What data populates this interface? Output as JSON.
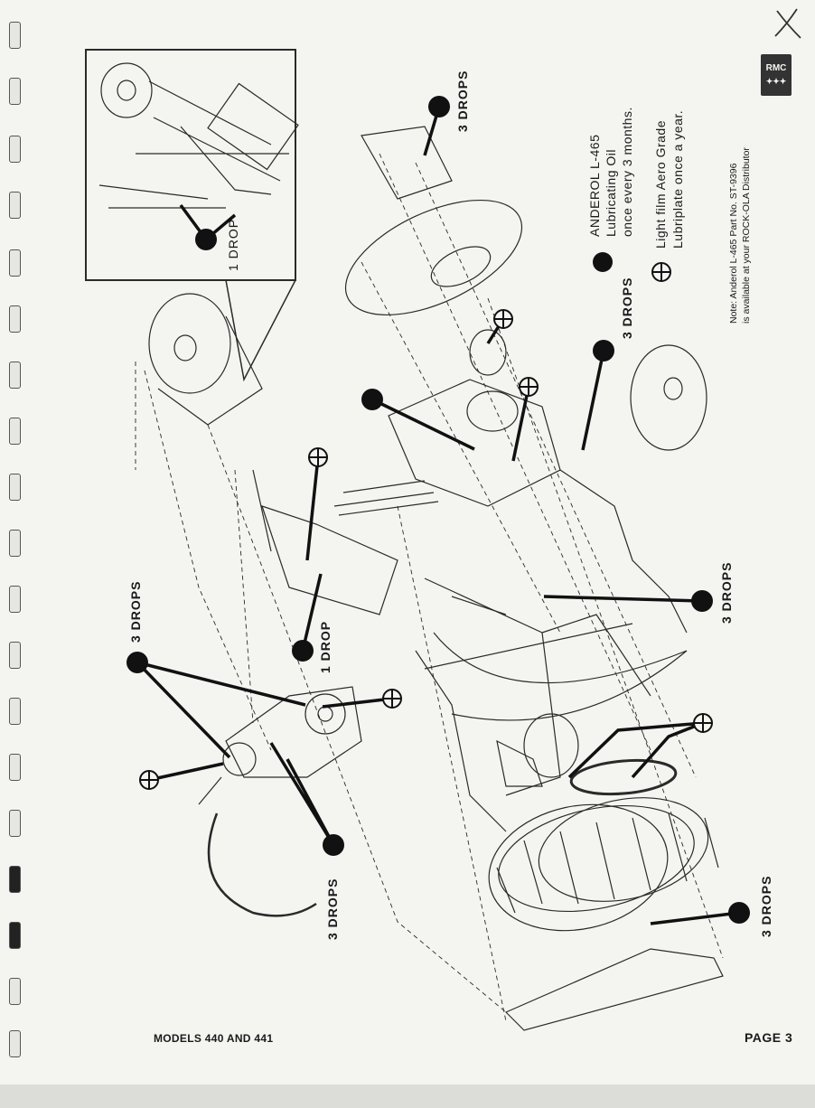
{
  "labels": {
    "drop_top": "3 DROPS",
    "inset_drop": "1 DROP",
    "drop_right_mid": "3 DROPS",
    "drop_right_lower": "3 DROPS",
    "drop_left_upper": "3 DROPS",
    "drop_center": "1 DROP",
    "drop_left_lower": "3 DROPS",
    "drop_bottom_right": "3 DROPS"
  },
  "legend": {
    "oil_line1": "ANDEROL L-465",
    "oil_line2": "Lubricating Oil",
    "oil_line3": "once every 3 months.",
    "grease_line1": "Light film Aero Grade",
    "grease_line2": "Lubriplate once a year."
  },
  "note": {
    "line1": "Note: Anderol L-465 Part No. ST-9396",
    "line2": "is available at your ROCK-OLA Distributor"
  },
  "logo": {
    "text": "RMC",
    "crowns": "✦✦✦"
  },
  "footer": {
    "models": "MODELS 440 AND 441",
    "page": "PAGE 3"
  },
  "colors": {
    "ink": "#1a1a1a",
    "paper": "#f4f4f1"
  }
}
